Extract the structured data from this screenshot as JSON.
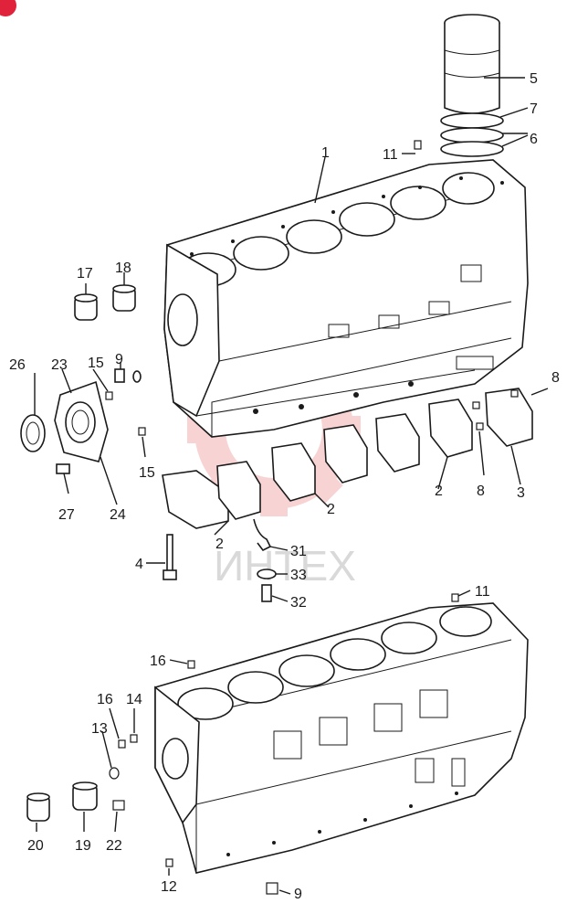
{
  "watermark": {
    "text": "ИНТЕХ",
    "color": "#e03a3a"
  },
  "corner_badge": {
    "color": "#e0223a"
  },
  "colors": {
    "ink": "#1a1a1a",
    "paper": "#ffffff"
  },
  "callouts": {
    "c1": "1",
    "c2a": "2",
    "c2b": "2",
    "c2c": "2",
    "c3": "3",
    "c4": "4",
    "c5": "5",
    "c6": "6",
    "c7": "7",
    "c8a": "8",
    "c8b": "8",
    "c9a": "9",
    "c9b": "9",
    "c11a": "11",
    "c11b": "11",
    "c12": "12",
    "c13": "13",
    "c14": "14",
    "c15a": "15",
    "c15b": "15",
    "c16a": "16",
    "c16b": "16",
    "c17": "17",
    "c18": "18",
    "c19": "19",
    "c20": "20",
    "c22": "22",
    "c23": "23",
    "c24": "24",
    "c26": "26",
    "c27": "27",
    "c31": "31",
    "c32": "32",
    "c33": "33"
  }
}
